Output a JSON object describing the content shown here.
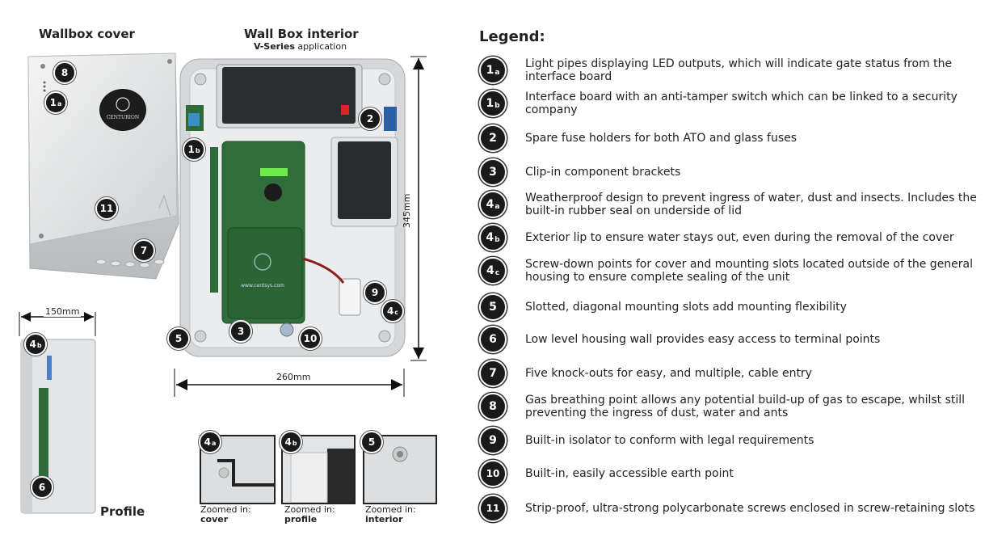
{
  "headings": {
    "cover": "Wallbox cover",
    "interior": "Wall Box interior",
    "interior_sub_bold": "V-Series",
    "interior_sub_rest": " application",
    "profile": "Profile",
    "legend": "Legend:"
  },
  "dimensions": {
    "profile_width": "150mm",
    "box_height": "345mm",
    "box_width": "260mm"
  },
  "branding": {
    "logo_text": "CENTURION",
    "board_url": "www.centsys.com"
  },
  "badges": {
    "b1a": {
      "num": "1",
      "sub": "a"
    },
    "b1b": {
      "num": "1",
      "sub": "b"
    },
    "b2": {
      "num": "2",
      "sub": ""
    },
    "b3": {
      "num": "3",
      "sub": ""
    },
    "b4a": {
      "num": "4",
      "sub": "a"
    },
    "b4b": {
      "num": "4",
      "sub": "b"
    },
    "b4c": {
      "num": "4",
      "sub": "c"
    },
    "b5": {
      "num": "5",
      "sub": ""
    },
    "b6": {
      "num": "6",
      "sub": ""
    },
    "b7": {
      "num": "7",
      "sub": ""
    },
    "b8": {
      "num": "8",
      "sub": ""
    },
    "b9": {
      "num": "9",
      "sub": ""
    },
    "b10": {
      "num": "10",
      "sub": ""
    },
    "b11": {
      "num": "11",
      "sub": ""
    }
  },
  "zooms": [
    {
      "line1": "Zoomed in:",
      "line2": "cover",
      "badge": {
        "num": "4",
        "sub": "a"
      }
    },
    {
      "line1": "Zoomed in:",
      "line2": "profile",
      "badge": {
        "num": "4",
        "sub": "b"
      }
    },
    {
      "line1": "Zoomed in:",
      "line2": "interior",
      "badge": {
        "num": "5",
        "sub": ""
      }
    }
  ],
  "legend": [
    {
      "num": "1",
      "sub": "a",
      "text": "Light pipes displaying LED outputs, which will indicate gate status from the interface board"
    },
    {
      "num": "1",
      "sub": "b",
      "text": "Interface board with an anti-tamper switch which can be linked to a security company"
    },
    {
      "num": "2",
      "sub": "",
      "text": "Spare fuse holders for both ATO and glass fuses"
    },
    {
      "num": "3",
      "sub": "",
      "text": "Clip-in component brackets"
    },
    {
      "num": "4",
      "sub": "a",
      "text": "Weatherproof design to prevent ingress of water, dust and insects. Includes the built-in rubber seal on underside of lid"
    },
    {
      "num": "4",
      "sub": "b",
      "text": "Exterior lip to ensure water stays out, even during the removal of the cover"
    },
    {
      "num": "4",
      "sub": "c",
      "text": "Screw-down points for cover and mounting slots located outside of the general housing to ensure complete sealing of the unit"
    },
    {
      "num": "5",
      "sub": "",
      "text": "Slotted, diagonal mounting slots add mounting flexibility"
    },
    {
      "num": "6",
      "sub": "",
      "text": "Low level housing wall provides easy access to terminal points"
    },
    {
      "num": "7",
      "sub": "",
      "text": "Five knock-outs for easy, and multiple, cable entry"
    },
    {
      "num": "8",
      "sub": "",
      "text": "Gas breathing point allows any potential build-up of gas to escape, whilst still preventing the ingress of dust, water and ants"
    },
    {
      "num": "9",
      "sub": "",
      "text": "Built-in isolator to conform with legal requirements"
    },
    {
      "num": "10",
      "sub": "",
      "text": "Built-in, easily accessible earth point"
    },
    {
      "num": "11",
      "sub": "",
      "text": "Strip-proof, ultra-strong polycarbonate screws enclosed in screw-retaining slots"
    }
  ]
}
